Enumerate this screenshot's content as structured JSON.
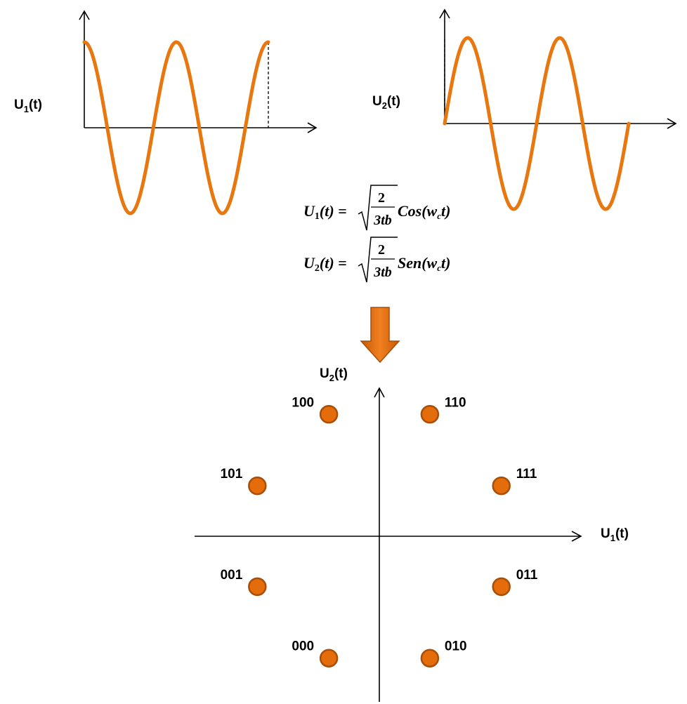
{
  "waves": {
    "u1_label": {
      "main": "U",
      "sub": "1",
      "tail": "(t)"
    },
    "u2_label": {
      "main": "U",
      "sub": "2",
      "tail": "(t)"
    }
  },
  "equations": [
    {
      "lhs_main": "U",
      "lhs_sub": "1",
      "lhs_tail": "(t) =",
      "num": "2",
      "den": "3tb",
      "func": "Cos(w",
      "func_sub": "c",
      "func_tail": "t)"
    },
    {
      "lhs_main": "U",
      "lhs_sub": "2",
      "lhs_tail": "(t) =",
      "num": "2",
      "den": "3tb",
      "func": "Sen(w",
      "func_sub": "c",
      "func_tail": "t)"
    }
  ],
  "arrow": {
    "color": "#E46C0A"
  },
  "constellation": {
    "x_label": {
      "main": "U",
      "sub": "1",
      "tail": "(t)"
    },
    "y_label": {
      "main": "U",
      "sub": "2",
      "tail": "(t)"
    },
    "points": [
      {
        "code": "100",
        "angle_deg": 112.5
      },
      {
        "code": "110",
        "angle_deg": 67.5
      },
      {
        "code": "101",
        "angle_deg": 157.5
      },
      {
        "code": "111",
        "angle_deg": 22.5
      },
      {
        "code": "001",
        "angle_deg": 202.5
      },
      {
        "code": "011",
        "angle_deg": 337.5
      },
      {
        "code": "000",
        "angle_deg": 247.5
      },
      {
        "code": "010",
        "angle_deg": 292.5
      }
    ]
  },
  "colors": {
    "wave": "#E87710",
    "point_fill": "#E46C0A",
    "point_stroke": "#A84E08"
  }
}
